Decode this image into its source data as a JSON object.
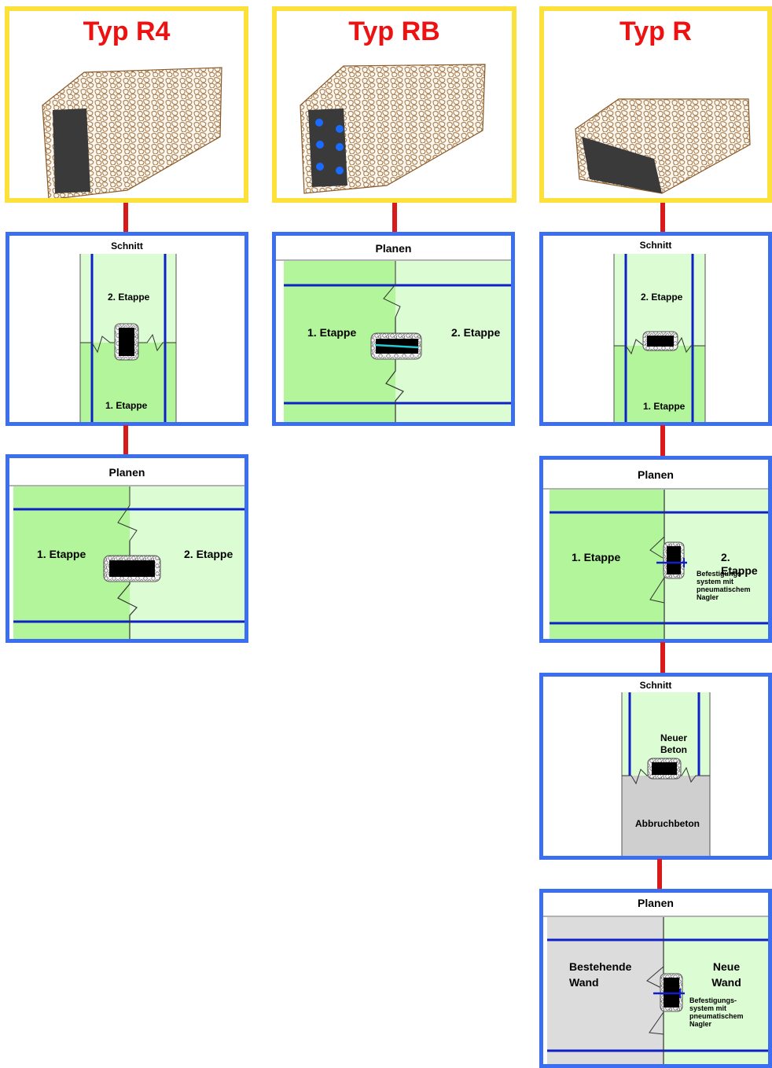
{
  "columns": [
    {
      "type_title": "Typ R4"
    },
    {
      "type_title": "Typ RB"
    },
    {
      "type_title": "Typ R"
    }
  ],
  "r4": {
    "schnitt": {
      "title": "Schnitt",
      "stage_top": "2. Etappe",
      "stage_bottom": "1. Etappe"
    },
    "planen": {
      "title": "Planen",
      "stage_left": "1. Etappe",
      "stage_right": "2. Etappe"
    }
  },
  "rb": {
    "planen": {
      "title": "Planen",
      "stage_left": "1. Etappe",
      "stage_right": "2. Etappe"
    }
  },
  "r": {
    "schnitt1": {
      "title": "Schnitt",
      "stage_top": "2. Etappe",
      "stage_bottom": "1. Etappe"
    },
    "planen1": {
      "title": "Planen",
      "stage_left": "1. Etappe",
      "stage_right": "2. Etappe",
      "fastener_line1": "Befestigungs-",
      "fastener_line2": "system mit",
      "fastener_line3": "pneumatischem",
      "fastener_line4": "Nagler"
    },
    "schnitt2": {
      "title": "Schnitt",
      "new_concrete_line1": "Neuer",
      "new_concrete_line2": "Beton",
      "demolition": "Abbruchbeton"
    },
    "planen2": {
      "title": "Planen",
      "left_line1": "Bestehende",
      "left_line2": "Wand",
      "right_line1": "Neue",
      "right_line2": "Wand",
      "fastener_line1": "Befestigungs-",
      "fastener_line2": "system mit",
      "fastener_line3": "pneumatischem",
      "fastener_line4": "Nagler"
    }
  },
  "colors": {
    "frame_yellow": "#fbe13a",
    "frame_blue": "#3b6ff0",
    "connector_red": "#d91a1a",
    "title_red": "#ee1111",
    "stage1_green": "#b3f59a",
    "stage2_green": "#dcfcd3",
    "old_concrete_grey": "#cfcfcf",
    "rebar_blue": "#1020c8"
  }
}
